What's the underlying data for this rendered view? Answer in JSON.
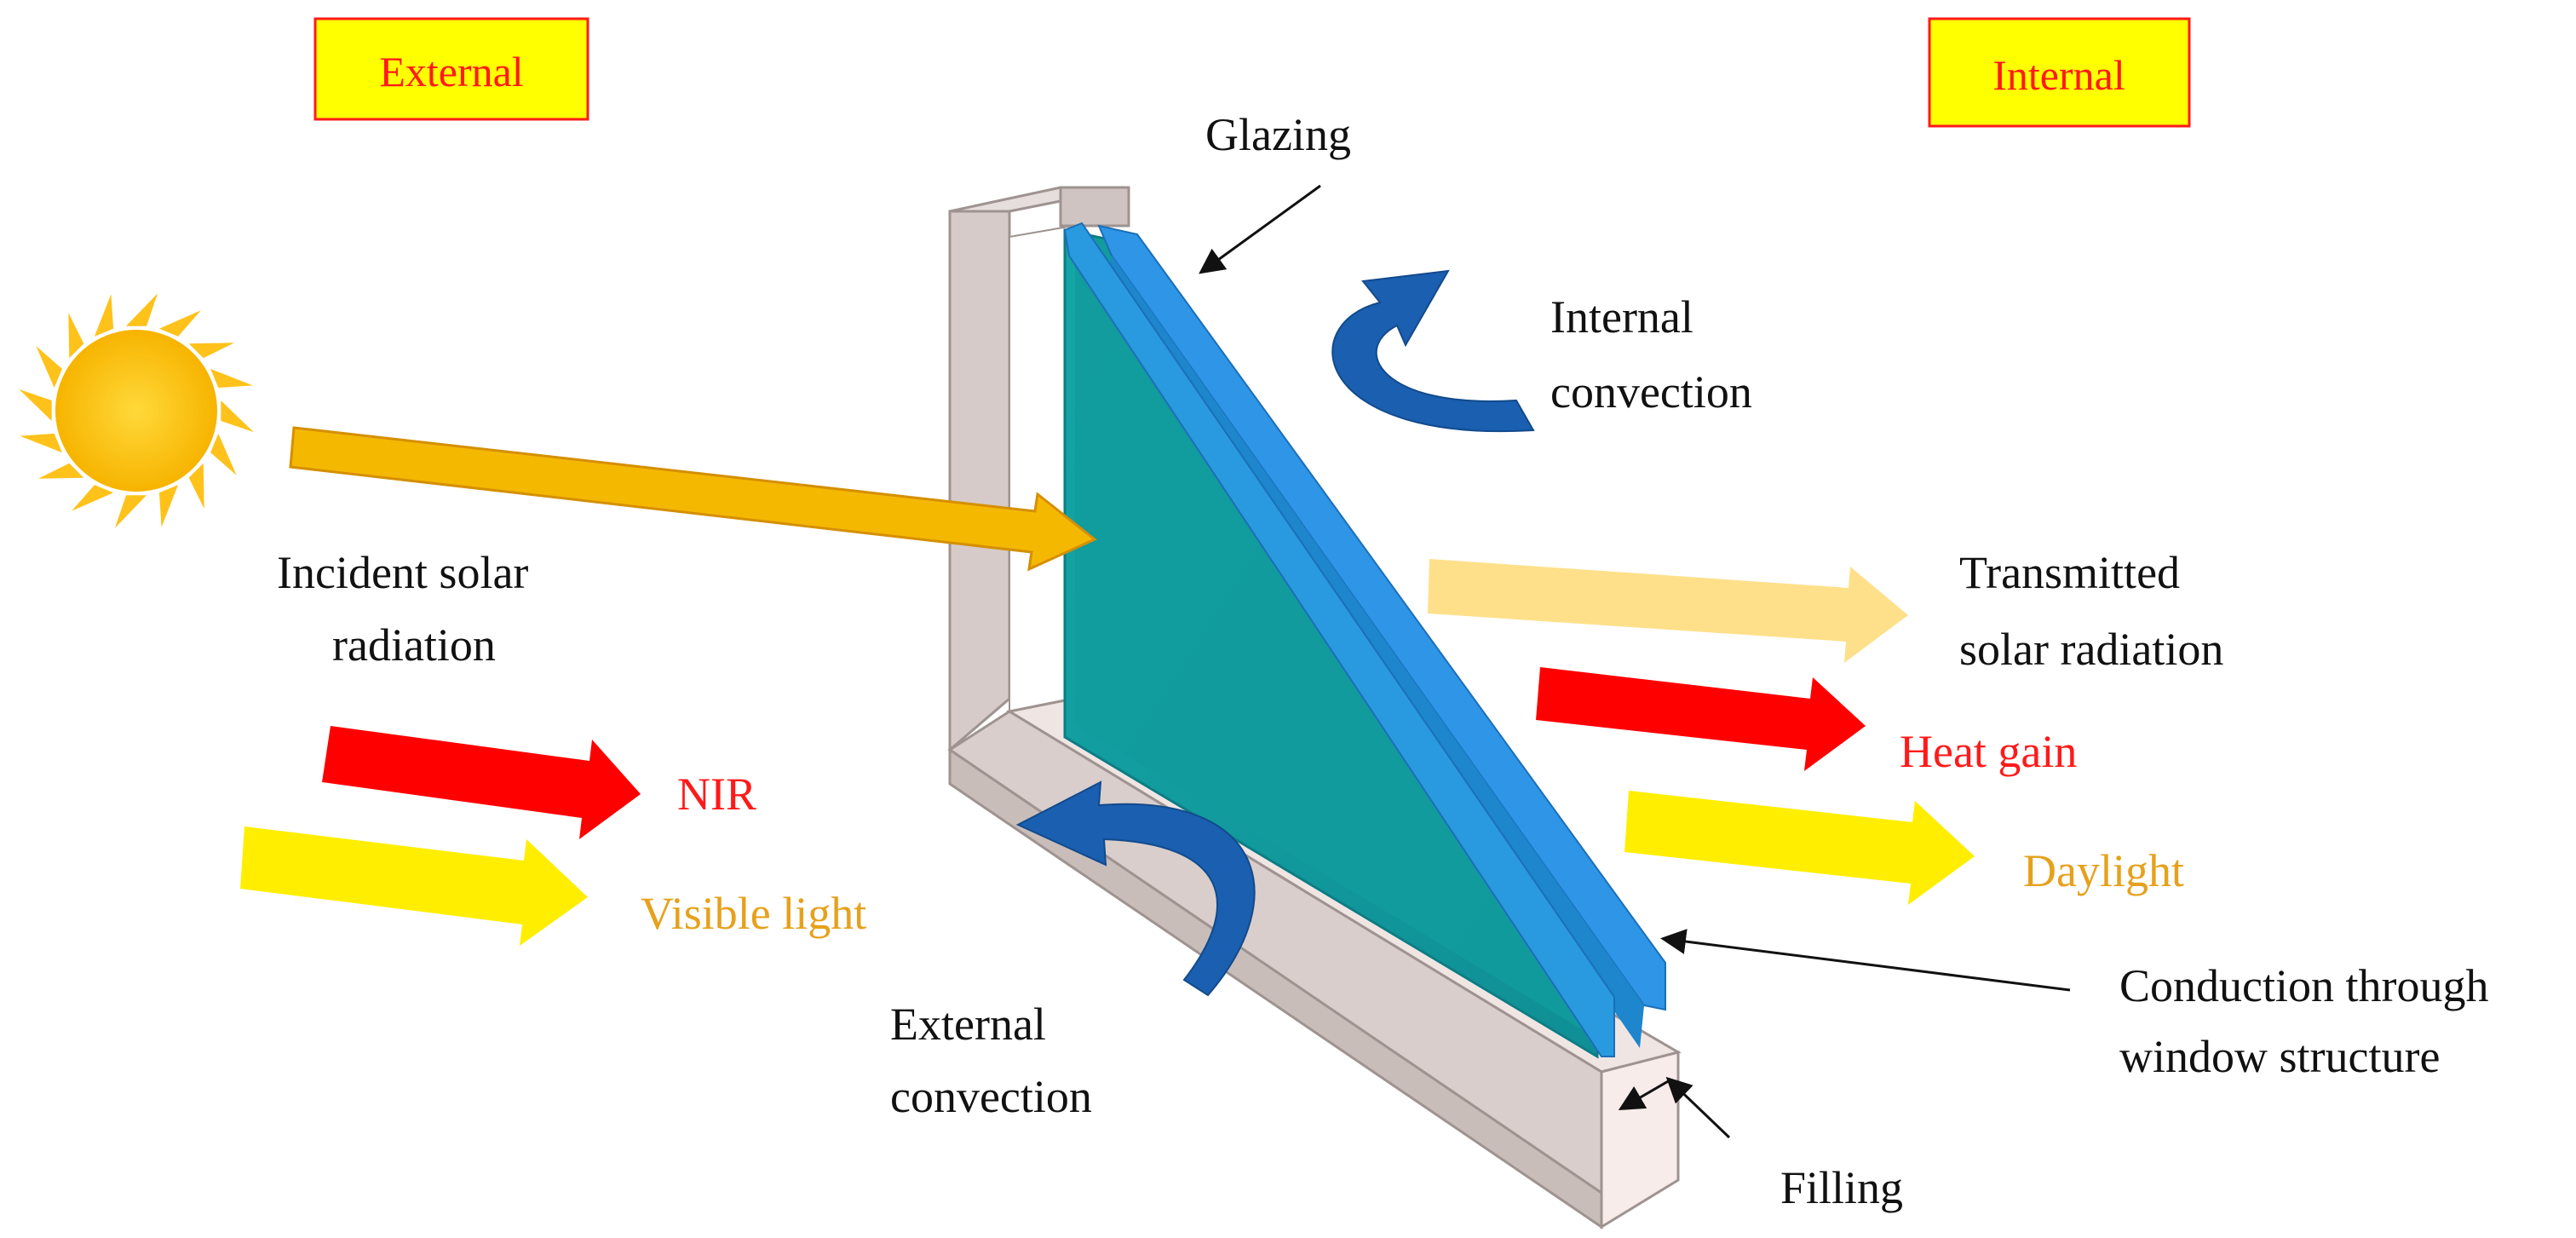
{
  "zones": {
    "external": "External",
    "internal": "Internal"
  },
  "labels": {
    "glazing": "Glazing",
    "internal_convection_1": "Internal",
    "internal_convection_2": "convection",
    "incident_1": "Incident solar",
    "incident_2": "radiation",
    "transmitted_1": "Transmitted",
    "transmitted_2": "solar radiation",
    "nir": "NIR",
    "visible_light": "Visible light",
    "heat_gain": "Heat gain",
    "daylight": "Daylight",
    "conduction_1": "Conduction through",
    "conduction_2": "window structure",
    "external_convection_1": "External",
    "external_convection_2": "convection",
    "filling": "Filling"
  },
  "colors": {
    "zone_box_fill": "#ffff00",
    "zone_box_border": "#ff1a1a",
    "zone_text": "#ff1a1a",
    "incident_arrow": "#f5b800",
    "transmitted_arrow": "#ffe08a",
    "nir_arrow": "#ff0000",
    "visible_arrow": "#ffee00",
    "heat_gain_arrow": "#ff0000",
    "daylight_arrow": "#ffee00",
    "convection_arrow": "#1a5fb0",
    "glass": "#1aa3a3",
    "glass_edge": "#2b8de0",
    "frame": "#d9cfcf",
    "sun": "#ffc21a"
  },
  "icons": [
    "sun-icon"
  ]
}
